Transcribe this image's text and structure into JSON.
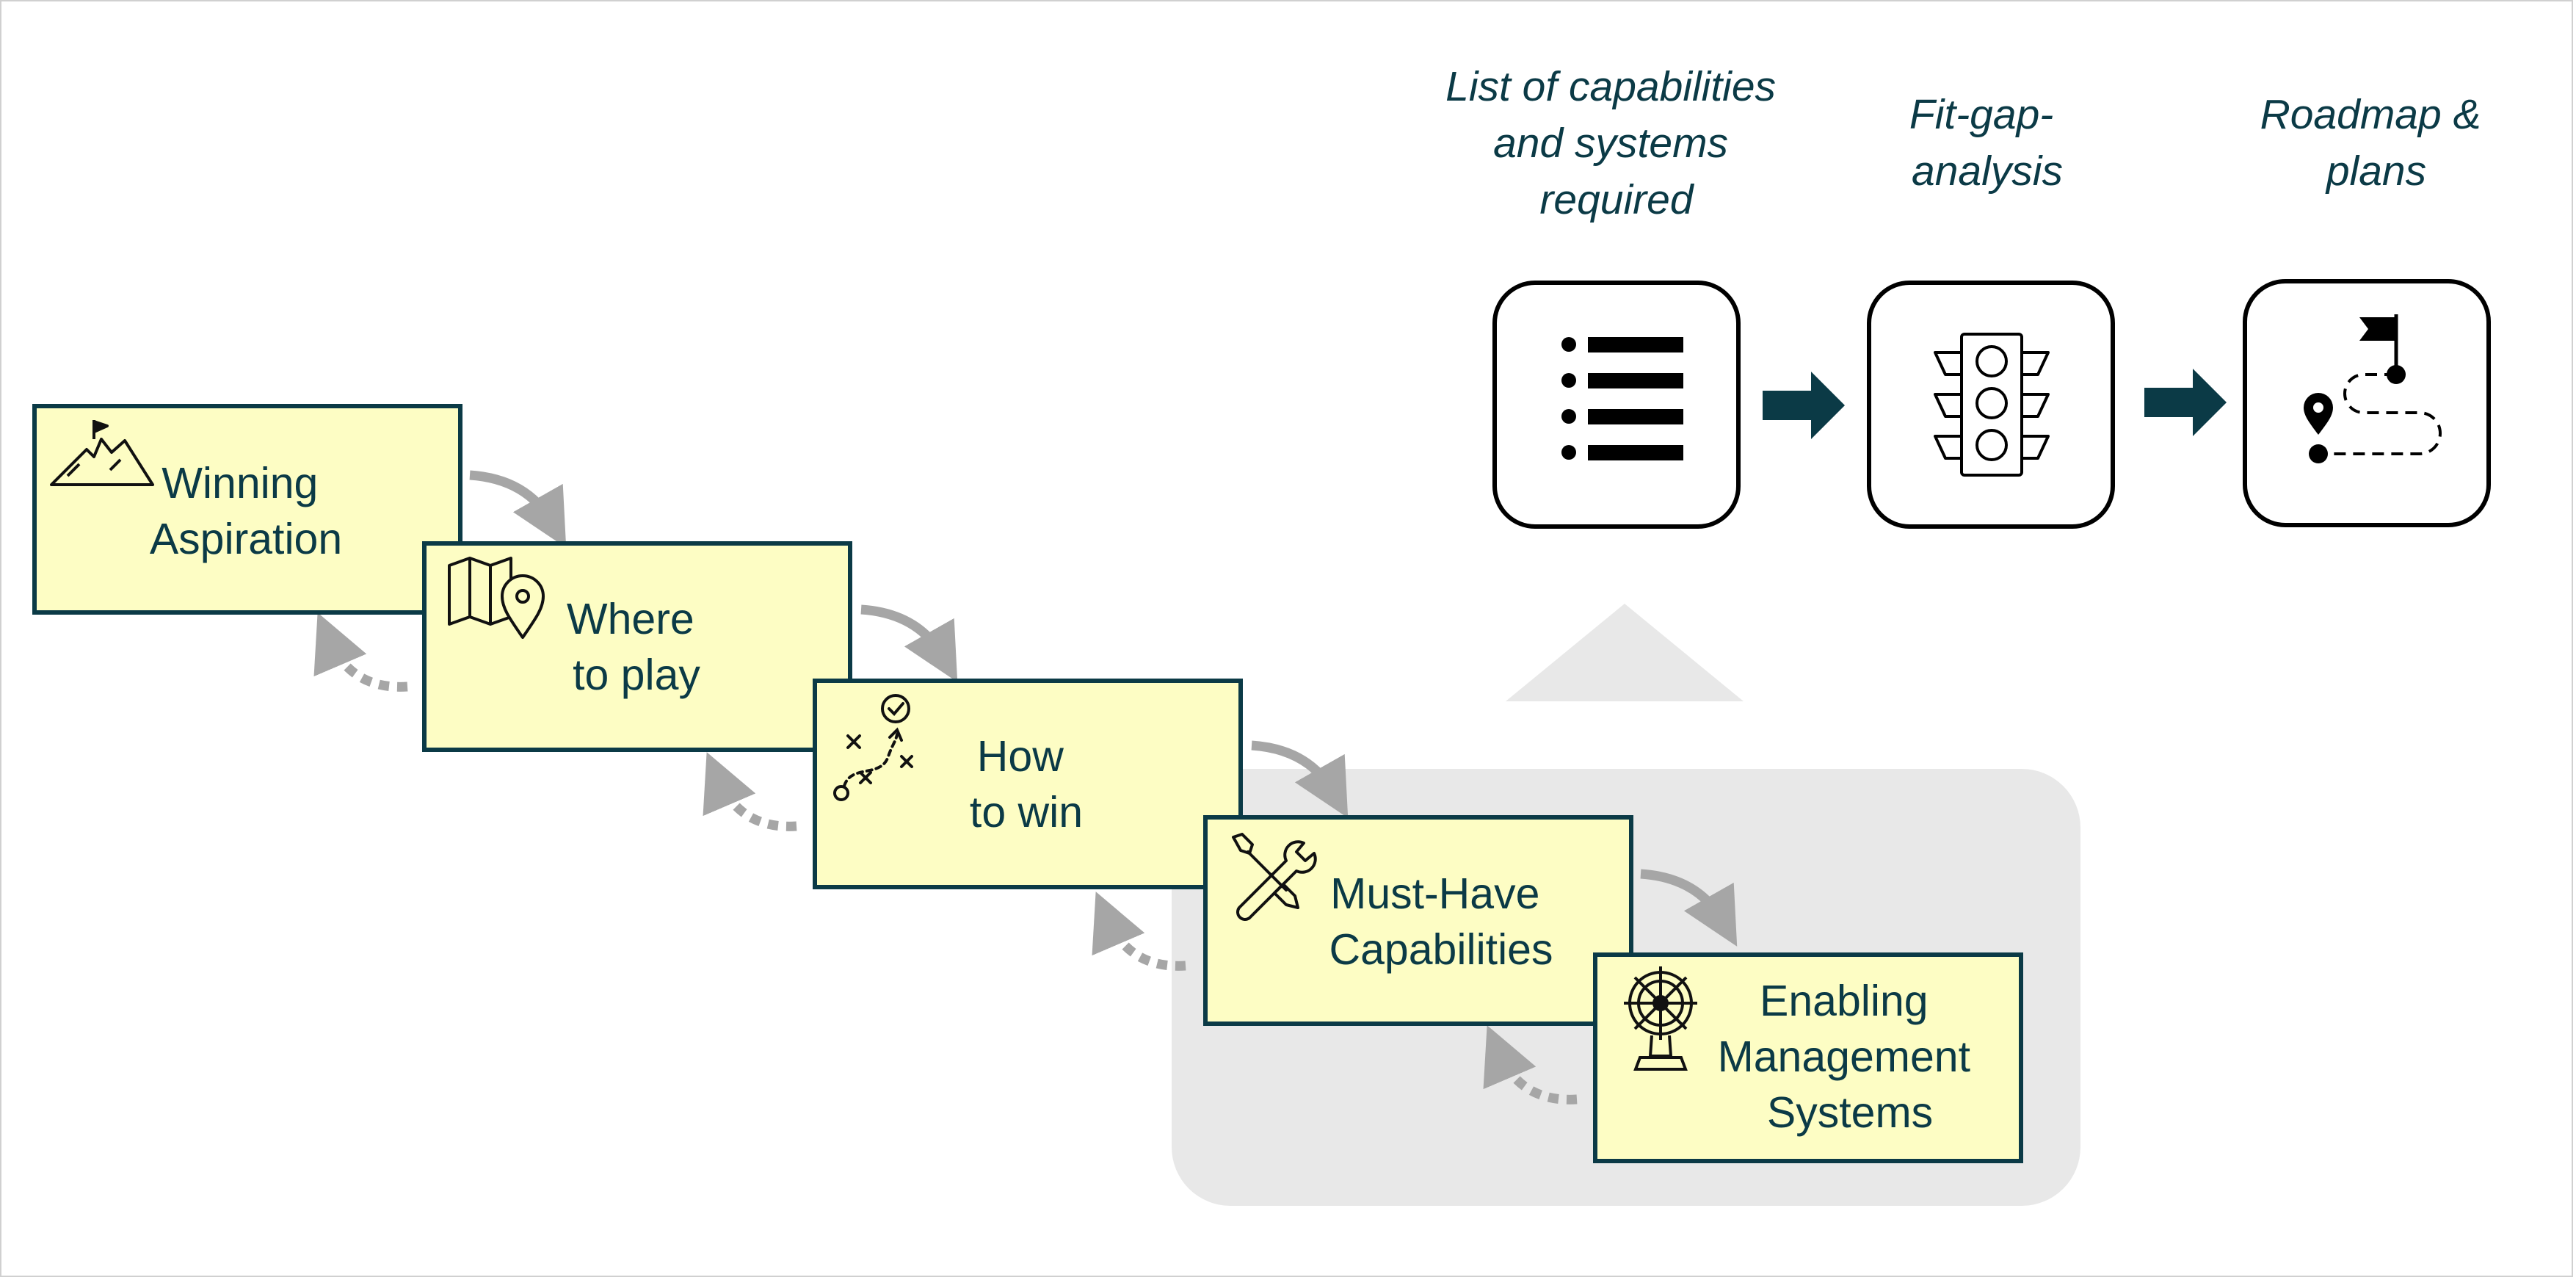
{
  "steps": [
    {
      "id": "winning-aspiration",
      "lines": [
        "Winning",
        "Aspiration"
      ],
      "icon": "mountain-flag-icon"
    },
    {
      "id": "where-to-play",
      "lines": [
        "Where",
        "to play"
      ],
      "icon": "map-pin-icon"
    },
    {
      "id": "how-to-win",
      "lines": [
        "How",
        "to win"
      ],
      "icon": "strategy-play-icon"
    },
    {
      "id": "must-have-capabilities",
      "lines": [
        "Must-Have",
        "Capabilities"
      ],
      "icon": "wrench-screwdriver-icon"
    },
    {
      "id": "enabling-management-systems",
      "lines": [
        "Enabling",
        "Management",
        "Systems"
      ],
      "icon": "ship-wheel-icon"
    }
  ],
  "process": [
    {
      "id": "capabilities-list",
      "heading_lines": [
        "List of capabilities",
        "and systems",
        "required"
      ],
      "icon": "list-icon"
    },
    {
      "id": "fit-gap",
      "heading_lines": [
        "Fit-gap-",
        "analysis"
      ],
      "icon": "traffic-light-icon"
    },
    {
      "id": "roadmap",
      "heading_lines": [
        "Roadmap &",
        "plans"
      ],
      "icon": "route-flag-icon"
    }
  ],
  "colors": {
    "box_fill": "#fdfdc4",
    "box_stroke": "#0b3a46",
    "text": "#0b3a46",
    "arrow_dark": "#0b3a46",
    "arrow_gray": "#a6a6a6",
    "highlight_bg": "#e8e8e8"
  }
}
